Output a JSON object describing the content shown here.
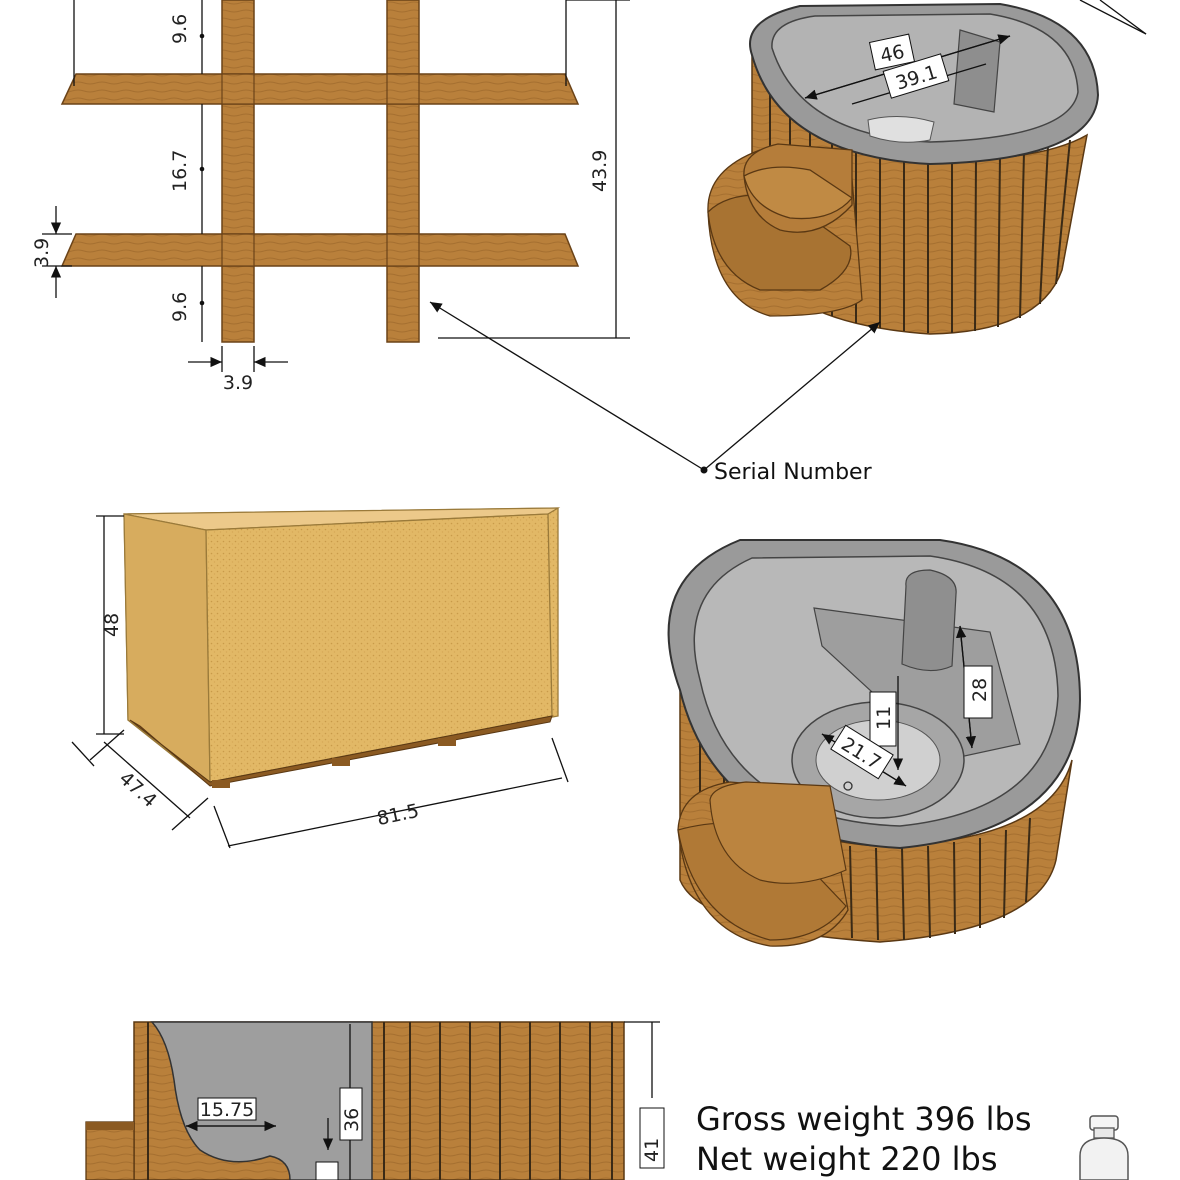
{
  "frame_dimensions": {
    "top_gap": "9.6",
    "mid_gap": "16.7",
    "bottom_gap": "9.6",
    "beam_thickness": "3.9",
    "post_width": "3.9",
    "total_height": "43.9"
  },
  "tub_top_dimensions": {
    "outer_width": "46",
    "inner_width": "39.1"
  },
  "serial_number_label": "Serial Number",
  "crate_dimensions": {
    "height": "48",
    "depth": "47.4",
    "length": "81.5"
  },
  "tub_inner_dimensions": {
    "bench_length": "28",
    "seat_height": "11",
    "footwell_diameter": "21.7"
  },
  "section_dimensions": {
    "seat_depth": "15.75",
    "seat_to_rim": "36",
    "overall_height": "41"
  },
  "weights": {
    "gross": "Gross weight 396 lbs",
    "net": "Net weight 220 lbs"
  },
  "colors": {
    "wood": "#b9803b",
    "liner": "#9a9a9a",
    "cardboard": "#e2b866"
  }
}
